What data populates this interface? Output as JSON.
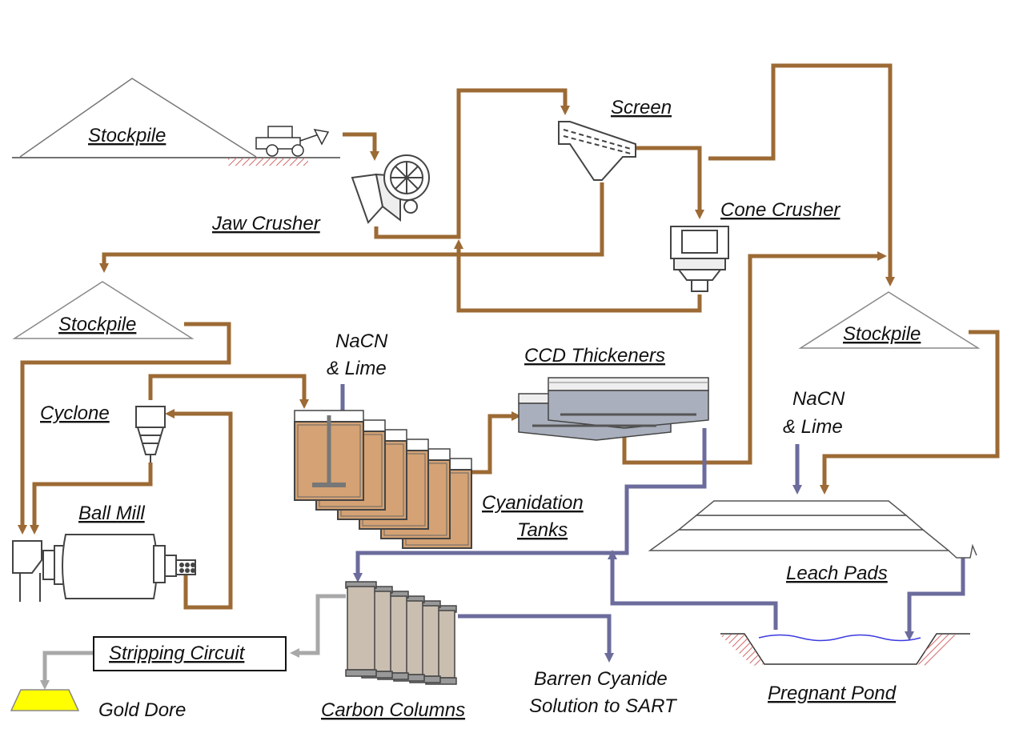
{
  "labels": {
    "stockpile_1": "Stockpile",
    "jaw_crusher": "Jaw Crusher",
    "screen": "Screen",
    "cone_crusher": "Cone Crusher",
    "stockpile_2": "Stockpile",
    "stockpile_3": "Stockpile",
    "cyclone": "Cyclone",
    "ball_mill": "Ball Mill",
    "nacn_lime_1_line1": "NaCN",
    "nacn_lime_1_line2": "& Lime",
    "ccd_thickeners": "CCD Thickeners",
    "cyanidation_tanks_line1": "Cyanidation",
    "cyanidation_tanks_line2": "Tanks",
    "nacn_lime_2_line1": "NaCN",
    "nacn_lime_2_line2": "& Lime",
    "leach_pads": "Leach Pads",
    "stripping_circuit": "Stripping Circuit",
    "gold_dore": "Gold Dore",
    "carbon_columns": "Carbon Columns",
    "barren_line1": "Barren Cyanide",
    "barren_line2": "Solution to SART",
    "pregnant_pond": "Pregnant Pond"
  },
  "colors": {
    "ore_flow": "#9c6a34",
    "solution_flow": "#6b6b9c",
    "product_flow": "#a8a8a8",
    "slurry": "#d4a274",
    "gold": "#ffff00",
    "hatch": "#d46a6a"
  }
}
